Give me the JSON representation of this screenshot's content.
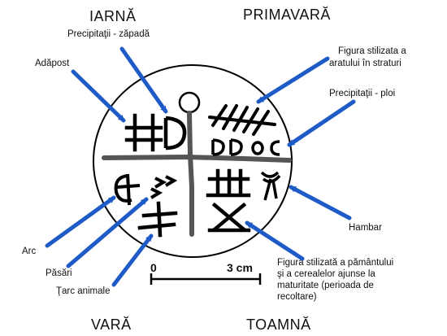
{
  "seasons": {
    "winter": "IARNĂ",
    "spring": "PRIMAVARĂ",
    "summer": "VARĂ",
    "autumn": "TOAMNĂ"
  },
  "labels": {
    "snow": "Precipitaţii - zăpadă",
    "shelter": "Adăpost",
    "plough_1": "Figura stilizata a",
    "plough_2": "aratului în straturi",
    "rain": "Precipitaţii - ploi",
    "barn": "Hambar",
    "bow": "Arc",
    "birds": "Păsări",
    "enclosure": "Ţarc animale",
    "harvest_1": "Figura stilizată a pământului",
    "harvest_2": "şi a cerealelor ajunse la",
    "harvest_3": "maturitate (perioada de",
    "harvest_4": "recoltare)"
  },
  "scale": {
    "start": "0",
    "end": "3 cm"
  },
  "colors": {
    "arrow": "#1E5BC6",
    "ink": "#000000"
  }
}
